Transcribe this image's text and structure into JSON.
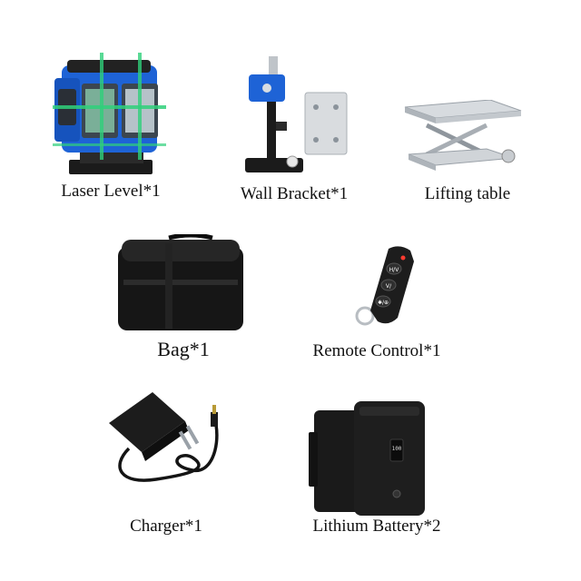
{
  "items": [
    {
      "id": "laser_level",
      "label": "Laser Level*1",
      "icon": "laser-level-icon"
    },
    {
      "id": "wall_bracket",
      "label": "Wall Bracket*1",
      "icon": "wall-bracket-icon"
    },
    {
      "id": "lifting_table",
      "label": "Lifting table",
      "icon": "lifting-table-icon"
    },
    {
      "id": "bag",
      "label": "Bag*1",
      "icon": "bag-icon"
    },
    {
      "id": "remote_control",
      "label": "Remote Control*1",
      "icon": "remote-control-icon"
    },
    {
      "id": "charger",
      "label": "Charger*1",
      "icon": "charger-icon"
    },
    {
      "id": "lithium_battery",
      "label": "Lithium Battery*2",
      "icon": "battery-icon"
    }
  ],
  "colors": {
    "laser_body": "#1e63d6",
    "laser_green": "#2fd07a",
    "dark": "#1a1a1a",
    "metal": "#c9cdd2"
  },
  "remote_buttons": [
    "H/V",
    "V/",
    "✱/⊕"
  ],
  "battery_display": "100"
}
